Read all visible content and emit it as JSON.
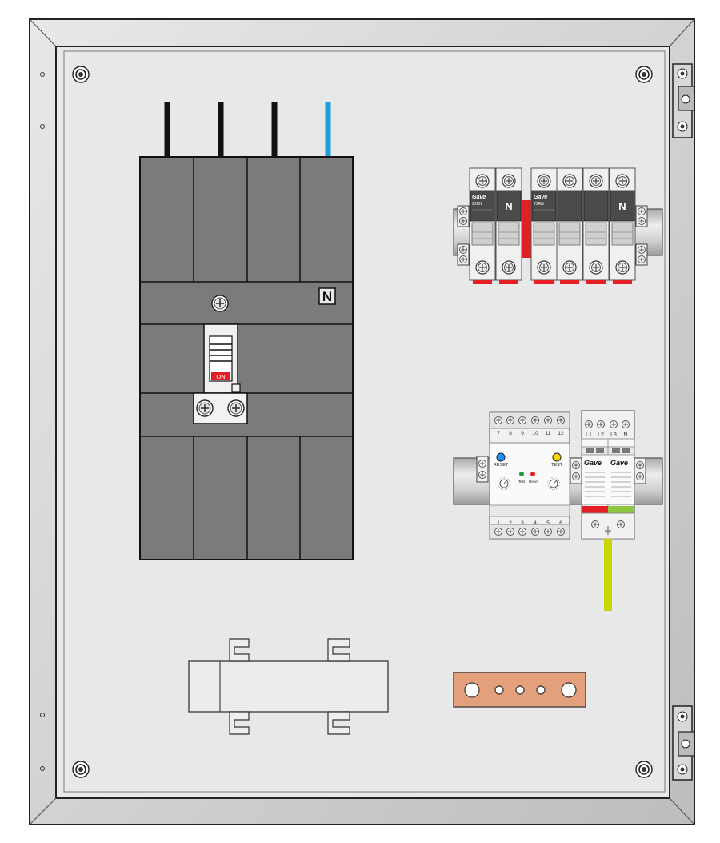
{
  "main_breaker": {
    "switch_label": "ON",
    "neutral_mark": "N",
    "wire_colors": [
      "#111111",
      "#111111",
      "#111111",
      "#1aa0dc"
    ],
    "body_color": "#7b7b7b"
  },
  "fuse_holders": {
    "brand": "Gave",
    "group_a": {
      "model": "21RN",
      "neutral_mark": "N"
    },
    "group_b": {
      "model": "21RN",
      "neutral_mark": "N"
    },
    "accent_color": "#e31e24"
  },
  "protection_relay": {
    "reset_label": "RESET",
    "test_label": "TEST",
    "led_test_label": "Test",
    "led_reset_label": "Reset",
    "top_terminals": [
      "7",
      "8",
      "9",
      "10",
      "11",
      "12"
    ],
    "bottom_terminals": [
      "1",
      "2",
      "3",
      "4",
      "5",
      "6"
    ],
    "reset_button_color": "#1e90ff",
    "test_button_color": "#ffd700"
  },
  "surge_protector": {
    "brand": "Gave",
    "terminals": [
      "L1",
      "L2",
      "L3",
      "N"
    ],
    "status_colors": [
      "#e31e24",
      "#8dc63f"
    ],
    "earth_wire_color": "#c8d400"
  },
  "earth_bar": {
    "color": "#e3a07a"
  }
}
